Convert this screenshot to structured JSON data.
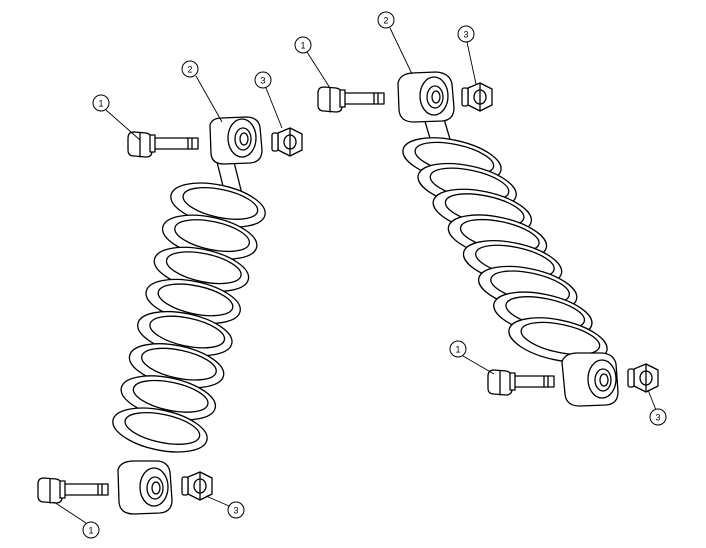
{
  "callouts": {
    "left_bolt_top": "1",
    "left_shock_top": "2",
    "left_nut_top": "3",
    "left_bolt_bottom": "1",
    "left_nut_bottom": "3",
    "right_bolt_top": "1",
    "right_shock_top": "2",
    "right_nut_top": "3",
    "right_bolt_bottom": "1",
    "right_nut_bottom": "3"
  }
}
